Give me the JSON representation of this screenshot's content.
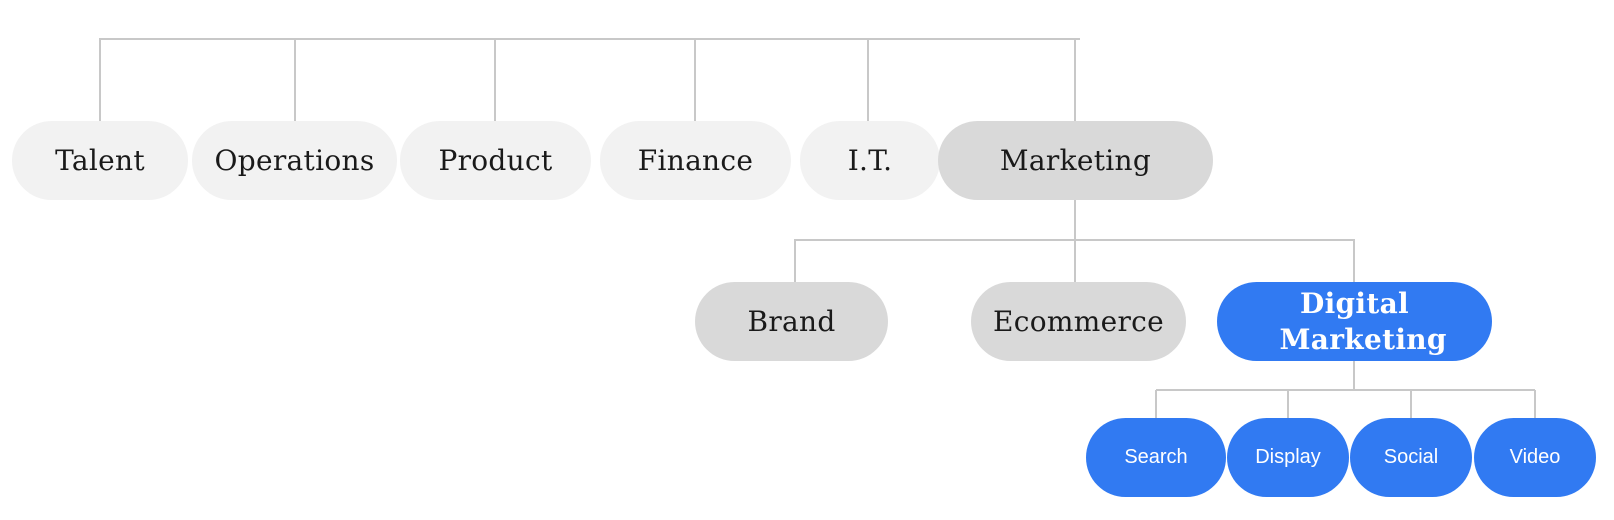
{
  "diagram": {
    "colors": {
      "line": "#c8c8c8",
      "level1_fill": "#f2f2f2",
      "selected_fill": "#d9d9d9",
      "highlight_fill": "#317af2",
      "highlight_text": "#ffffff"
    },
    "departments": [
      "Talent",
      "Operations",
      "Product",
      "Finance",
      "I.T.",
      "Marketing"
    ],
    "marketing_teams": [
      "Brand",
      "Ecommerce",
      "Digital Marketing"
    ],
    "digital_channels": [
      "Search",
      "Display",
      "Social",
      "Video"
    ]
  }
}
